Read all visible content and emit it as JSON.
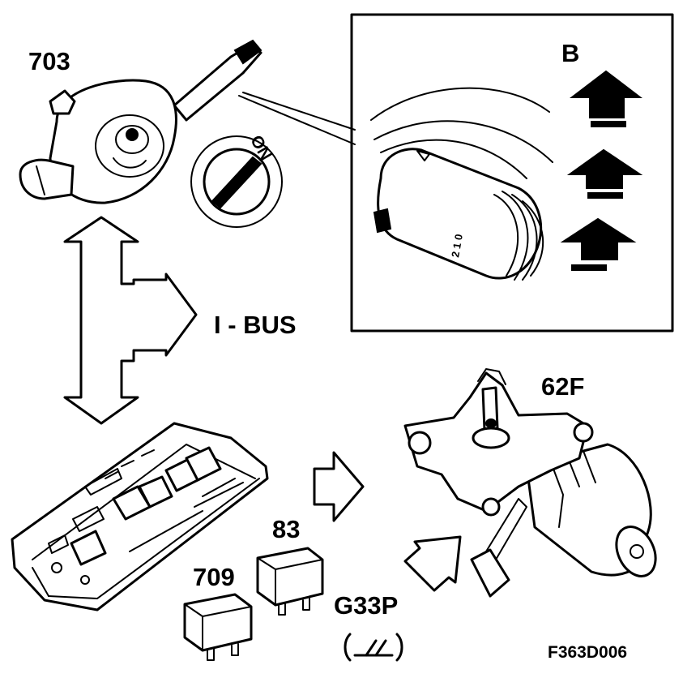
{
  "labels": {
    "stalk_switch": "703",
    "ignition_on": "ON",
    "bus": "I - BUS",
    "wiper_motor": "62F",
    "relay_83": "83",
    "relay_709": "709",
    "ground": "G33P",
    "ground_symbol": "(⏚)",
    "figure_code": "F363D006",
    "inset_mark": "B",
    "lever_positions": "2 1 0"
  }
}
